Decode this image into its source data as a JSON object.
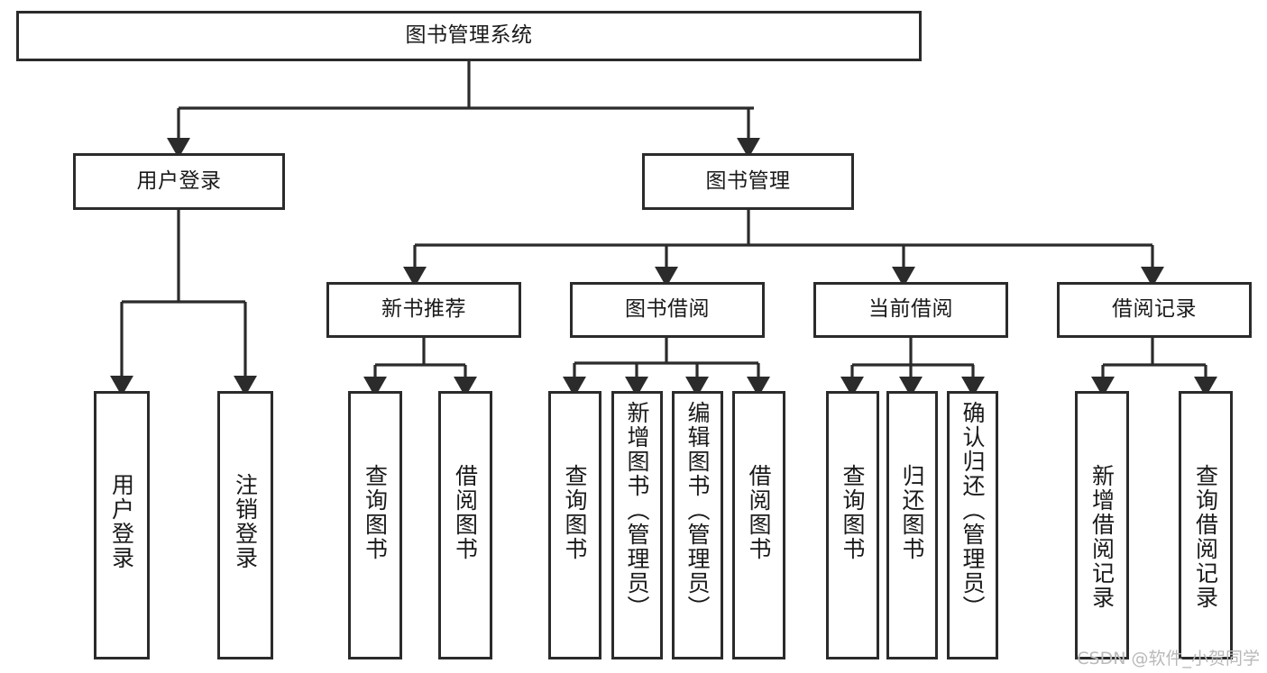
{
  "diagram": {
    "title": "图书管理系统",
    "type": "tree",
    "root": {
      "id": "root",
      "label": "图书管理系统"
    },
    "level2": [
      {
        "id": "user-login",
        "label": "用户登录"
      },
      {
        "id": "book-management",
        "label": "图书管理"
      }
    ],
    "level3": [
      {
        "id": "new-book-recommend",
        "label": "新书推荐"
      },
      {
        "id": "book-borrow",
        "label": "图书借阅"
      },
      {
        "id": "current-borrow",
        "label": "当前借阅"
      },
      {
        "id": "borrow-record",
        "label": "借阅记录"
      }
    ],
    "leaves": {
      "user-login": [
        {
          "id": "leaf-user-login",
          "label": "用户登录"
        },
        {
          "id": "leaf-logout-login",
          "label": "注销登录"
        }
      ],
      "new-book-recommend": [
        {
          "id": "leaf-query-book-1",
          "label": "查询图书"
        },
        {
          "id": "leaf-borrow-book-1",
          "label": "借阅图书"
        }
      ],
      "book-borrow": [
        {
          "id": "leaf-query-book-2",
          "label": "查询图书"
        },
        {
          "id": "leaf-add-book-admin",
          "label": "新增图书（管理员）"
        },
        {
          "id": "leaf-edit-book-admin",
          "label": "编辑图书（管理员）"
        },
        {
          "id": "leaf-borrow-book-2",
          "label": "借阅图书"
        }
      ],
      "current-borrow": [
        {
          "id": "leaf-query-book-3",
          "label": "查询图书"
        },
        {
          "id": "leaf-return-book",
          "label": "归还图书"
        },
        {
          "id": "leaf-confirm-return-admin",
          "label": "确认归还（管理员）"
        }
      ],
      "borrow-record": [
        {
          "id": "leaf-add-borrow-record",
          "label": "新增借阅记录"
        },
        {
          "id": "leaf-query-borrow-record",
          "label": "查询借阅记录"
        }
      ]
    }
  },
  "watermark": {
    "text": "CSDN @软件_小贺同学"
  },
  "colors": {
    "stroke": "#2b2b2b",
    "background": "#ffffff",
    "text": "#1a1a1a",
    "watermark": "#b9b9b9"
  }
}
